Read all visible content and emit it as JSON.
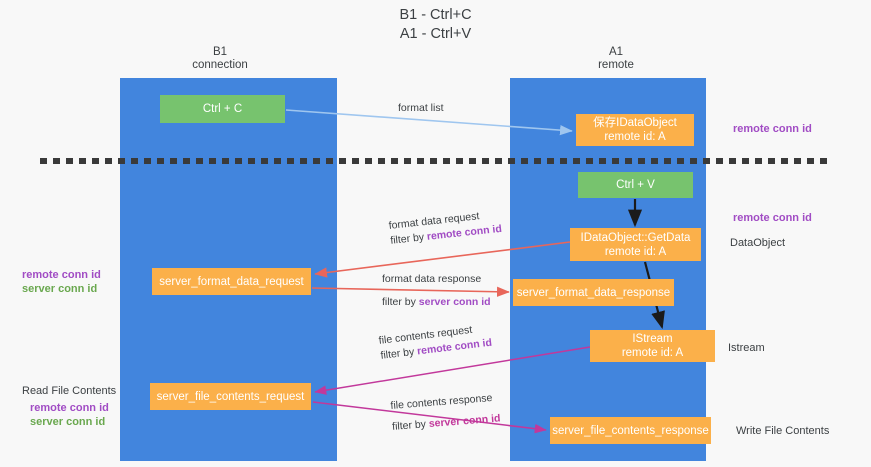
{
  "title": {
    "line1": "B1 - Ctrl+C",
    "line2": "A1 - Ctrl+V"
  },
  "columns": [
    {
      "name": "B1",
      "role": "connection"
    },
    {
      "name": "A1",
      "role": "remote"
    }
  ],
  "nodes": {
    "ctrl_c": {
      "label": "Ctrl + C",
      "color": "#77c36e"
    },
    "idataobject": {
      "line1": "保存IDataObject",
      "line2": "remote id: A",
      "color": "#fbb04a"
    },
    "ctrl_v": {
      "label": "Ctrl + V",
      "color": "#77c36e"
    },
    "getdata": {
      "line1": "IDataObject::GetData",
      "line2": "remote id: A",
      "color": "#fbb04a"
    },
    "server_format_data_request": {
      "label": "server_format_data_request",
      "color": "#fbb04a"
    },
    "server_format_data_response": {
      "label": "server_format_data_response",
      "color": "#fbb04a"
    },
    "istream": {
      "line1": "IStream",
      "line2": "remote id: A",
      "color": "#fbb04a"
    },
    "server_file_contents_request": {
      "label": "server_file_contents_request",
      "color": "#fbb04a"
    },
    "server_file_contents_response": {
      "label": "server_file_contents_response",
      "color": "#fbb04a"
    }
  },
  "edge_labels": {
    "format_list": "format list",
    "format_data_request": "format data request",
    "format_data_request_filter_prefix": "filter by ",
    "format_data_request_filter_key": "remote conn id",
    "format_data_response": "format data response",
    "format_data_response_filter_prefix": "filter by ",
    "format_data_response_filter_key": "server conn id",
    "file_contents_request": "file contents request",
    "file_contents_request_filter_prefix": "filter by ",
    "file_contents_request_filter_key": "remote conn id",
    "file_contents_response": "file contents response",
    "file_contents_response_filter_prefix": "filter by ",
    "file_contents_response_filter_key": "server conn id"
  },
  "annotations": {
    "right_remote_conn_id_top": "remote conn id",
    "right_remote_conn_id_mid": "remote conn id",
    "right_dataobject": "DataObject",
    "right_istream": "Istream",
    "right_write_file_contents": "Write File Contents",
    "left_remote_conn_id": "remote conn id",
    "left_server_conn_id": "server conn id",
    "left_read_file_contents": "Read File Contents",
    "left_remote_conn_id_2": "remote conn id",
    "left_server_conn_id_2": "server conn id"
  },
  "colors": {
    "lane": "#4285dd",
    "green_node": "#77c36e",
    "orange_node": "#fbb04a",
    "purple_text": "#a14cc4",
    "green_text": "#6aa84f",
    "red_arrow": "#e8665a",
    "magenta_arrow": "#c2389b",
    "blue_arrow": "#9fc6ef",
    "black_arrow": "#1b1b1b",
    "background": "#f8f8f8",
    "divider": "#3a3a3a"
  }
}
